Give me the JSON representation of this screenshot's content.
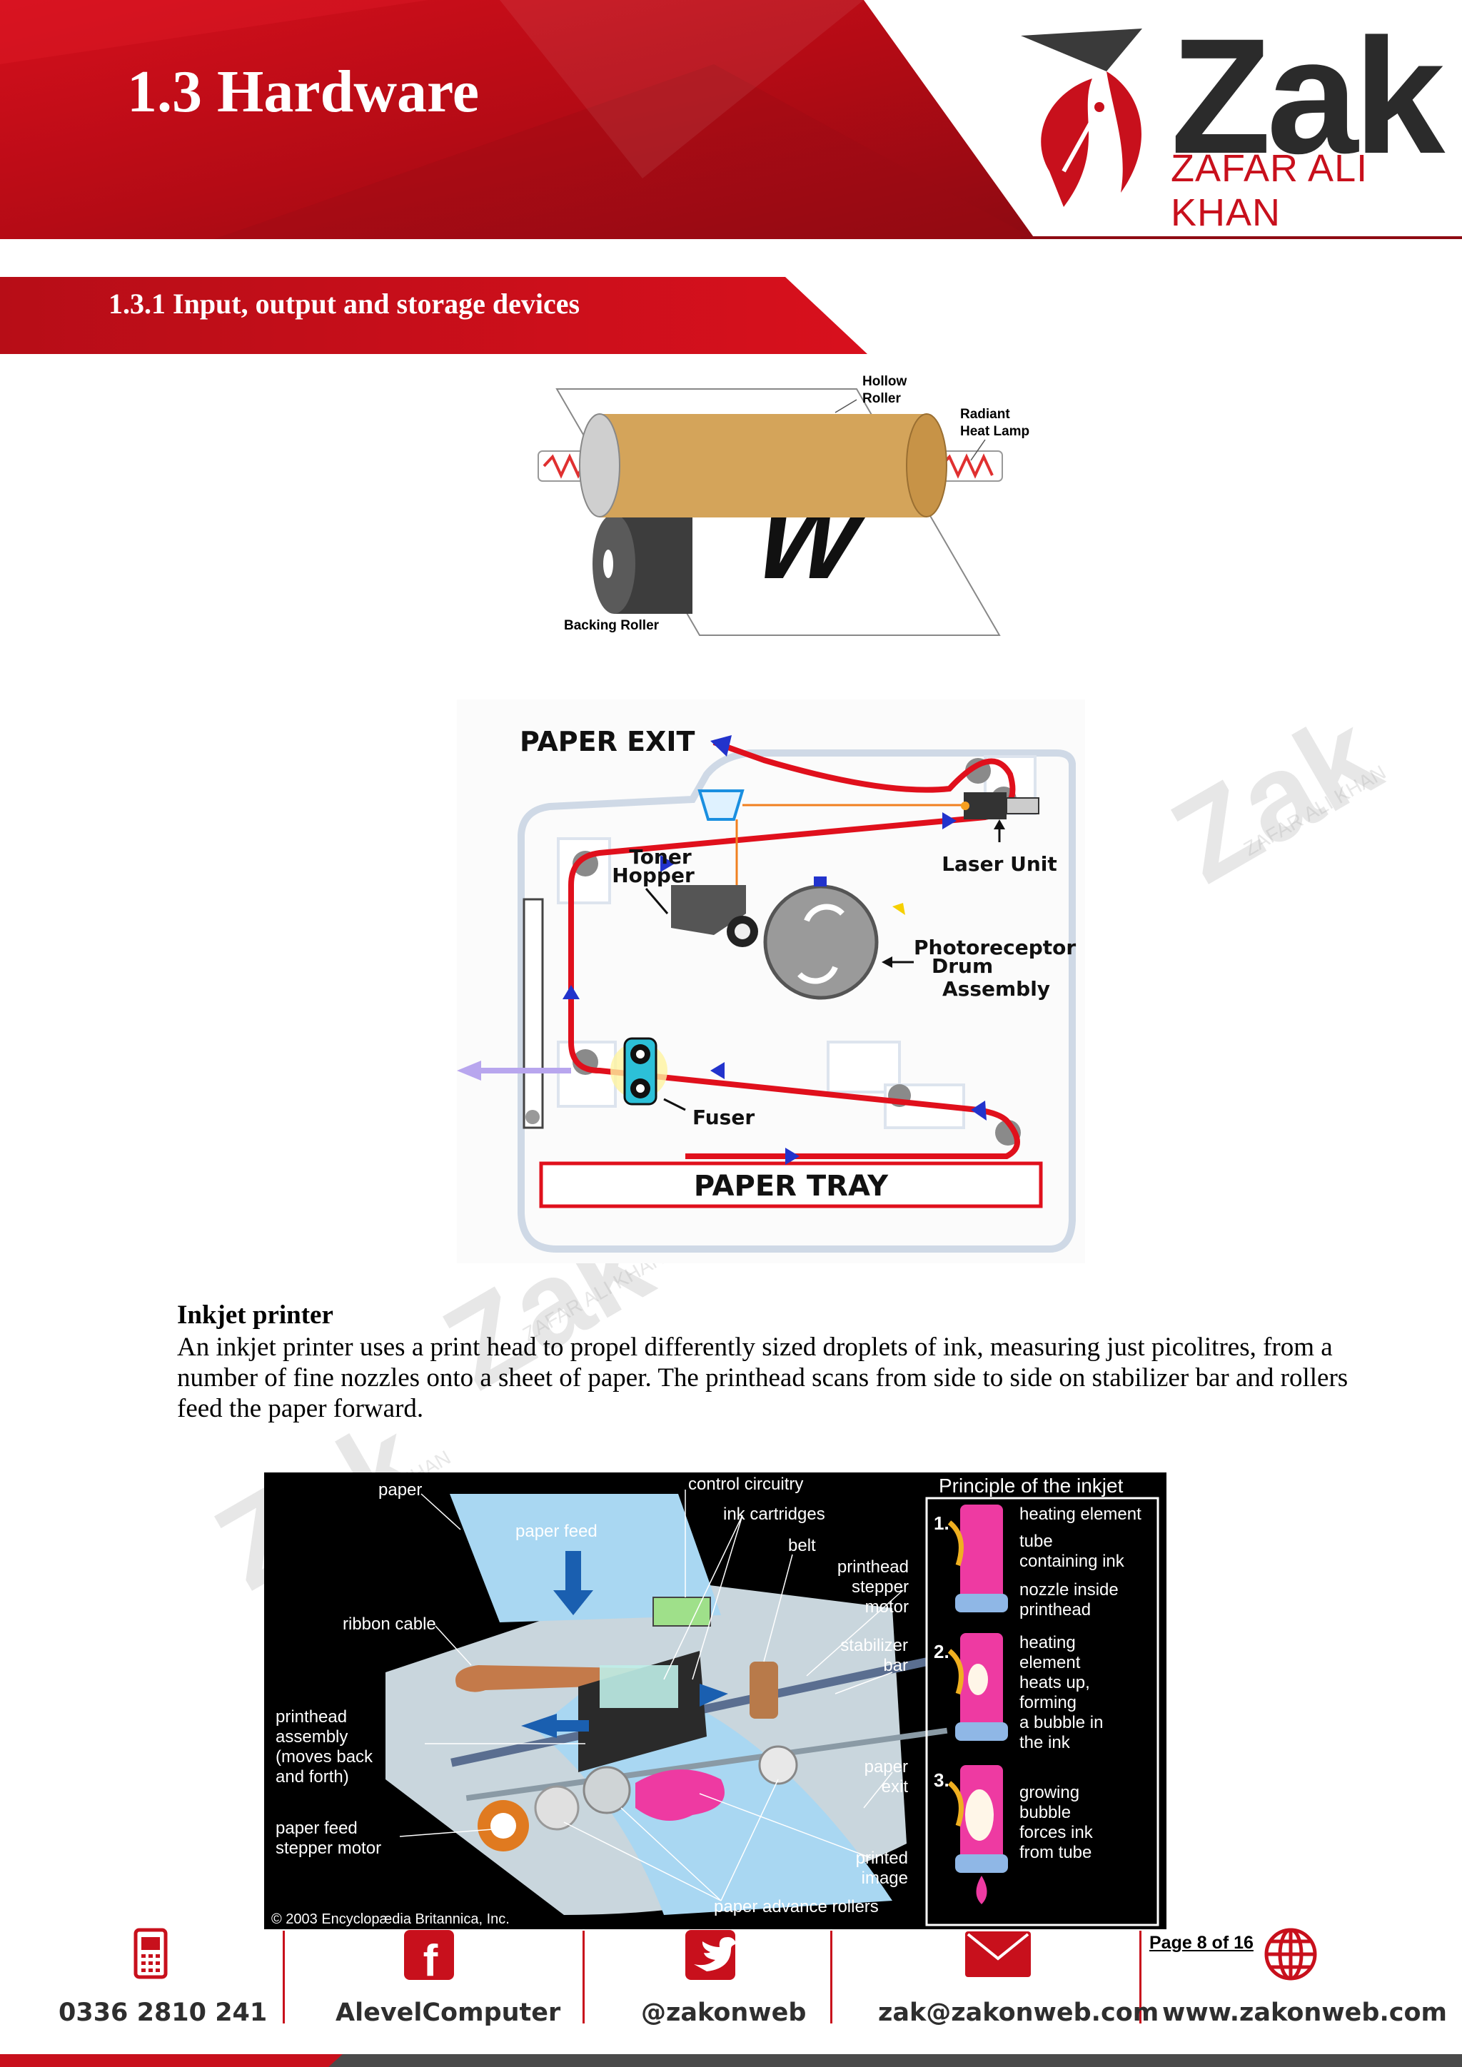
{
  "header": {
    "title": "1.3 Hardware",
    "logo_name": "Zak",
    "logo_subtitle": "ZAFAR ALI KHAN"
  },
  "section": {
    "title": "1.3.1 Input, output and storage devices"
  },
  "fuser_figure": {
    "labels": {
      "hollow_roller": [
        "Hollow",
        "Roller"
      ],
      "radiant_heat_lamp": [
        "Radiant",
        "Heat Lamp"
      ],
      "backing_roller": "Backing Roller"
    }
  },
  "laser_figure": {
    "labels": {
      "paper_exit": "PAPER EXIT",
      "toner_hopper": [
        "Toner",
        "Hopper"
      ],
      "laser_unit": "Laser Unit",
      "photoreceptor": [
        "Photoreceptor",
        "Drum",
        "Assembly"
      ],
      "fuser": "Fuser",
      "paper_tray": "PAPER TRAY"
    }
  },
  "inkjet_section": {
    "heading": "Inkjet printer",
    "paragraph": "An inkjet printer uses a print head to propel differently sized droplets of ink, measuring just picolitres, from a number of fine nozzles onto a sheet of paper. The printhead scans from side to side on stabilizer bar and rollers feed the paper forward."
  },
  "inkjet_figure": {
    "labels": {
      "paper": "paper",
      "paper_feed": "paper feed",
      "control_circuitry": "control circuitry",
      "ink_cartridges": "ink cartridges",
      "belt": "belt",
      "printhead_stepper_motor": [
        "printhead",
        "stepper",
        "motor"
      ],
      "ribbon_cable": "ribbon cable",
      "stabilizer_bar": [
        "stabilizer",
        "bar"
      ],
      "printhead_assembly": [
        "printhead",
        "assembly",
        "(moves back",
        "and forth)"
      ],
      "paper_exit": [
        "paper",
        "exit"
      ],
      "paper_feed_stepper_motor": [
        "paper feed",
        "stepper motor"
      ],
      "printed_image": [
        "printed",
        "image"
      ],
      "paper_advance_rollers": "paper advance rollers",
      "copyright": "© 2003 Encyclopædia Britannica, Inc."
    },
    "principle": {
      "title": "Principle of the inkjet",
      "steps": [
        {
          "number": "1.",
          "lines": [
            "heating element",
            "tube",
            "containing ink",
            "nozzle inside",
            "printhead"
          ]
        },
        {
          "number": "2.",
          "lines": [
            "heating",
            "element",
            "heats up,",
            "forming",
            "a bubble in",
            "the ink"
          ]
        },
        {
          "number": "3.",
          "lines": [
            "growing",
            "bubble",
            "forces ink",
            "from tube"
          ]
        }
      ]
    }
  },
  "watermark": {
    "name": "Zak",
    "sub": "ZAFAR ALI KHAN"
  },
  "footer": {
    "page": "Page 8 of 16",
    "phone": "0336 2810 241",
    "facebook": "AlevelComputer",
    "twitter": "@zakonweb",
    "email": "zak@zakonweb.com",
    "website": "www.zakonweb.com"
  },
  "colors": {
    "brand_red": "#c8101c",
    "dark_red": "#8e0a12",
    "text_dark": "#2e2e2e"
  }
}
